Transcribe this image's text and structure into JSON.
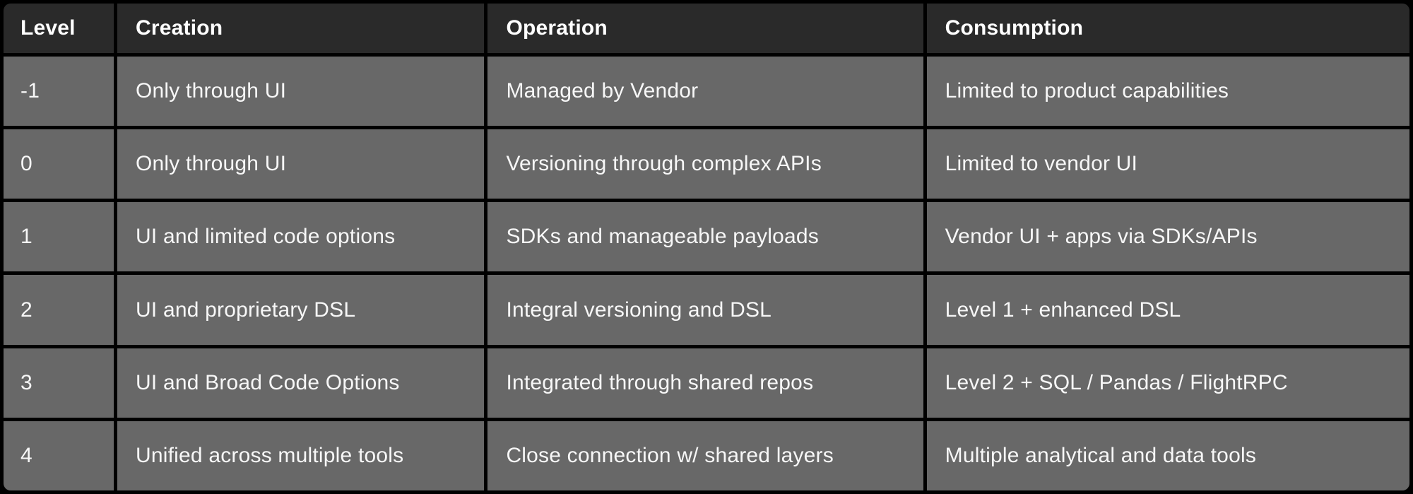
{
  "colors": {
    "background": "#000000",
    "header_bg": "#2a2a2a",
    "cell_bg": "#686868",
    "header_text": "#ffffff",
    "cell_text": "#f7f7f7",
    "gridline": "#000000"
  },
  "chart_data": {
    "type": "table",
    "title": "",
    "columns": [
      "Level",
      "Creation",
      "Operation",
      "Consumption"
    ],
    "rows": [
      {
        "level": "-1",
        "creation": "Only through UI",
        "operation": "Managed by Vendor",
        "consumption": "Limited to product capabilities"
      },
      {
        "level": "0",
        "creation": "Only through UI",
        "operation": "Versioning through complex APIs",
        "consumption": "Limited to vendor UI"
      },
      {
        "level": "1",
        "creation": "UI and limited code options",
        "operation": "SDKs and manageable payloads",
        "consumption": "Vendor UI + apps via SDKs/APIs"
      },
      {
        "level": "2",
        "creation": "UI and proprietary DSL",
        "operation": "Integral versioning and DSL",
        "consumption": "Level 1 + enhanced DSL"
      },
      {
        "level": "3",
        "creation": "UI and Broad Code Options",
        "operation": "Integrated through shared repos",
        "consumption": "Level 2 + SQL / Pandas / FlightRPC"
      },
      {
        "level": "4",
        "creation": "Unified across multiple tools",
        "operation": "Close connection w/ shared layers",
        "consumption": "Multiple analytical and data tools"
      }
    ]
  }
}
